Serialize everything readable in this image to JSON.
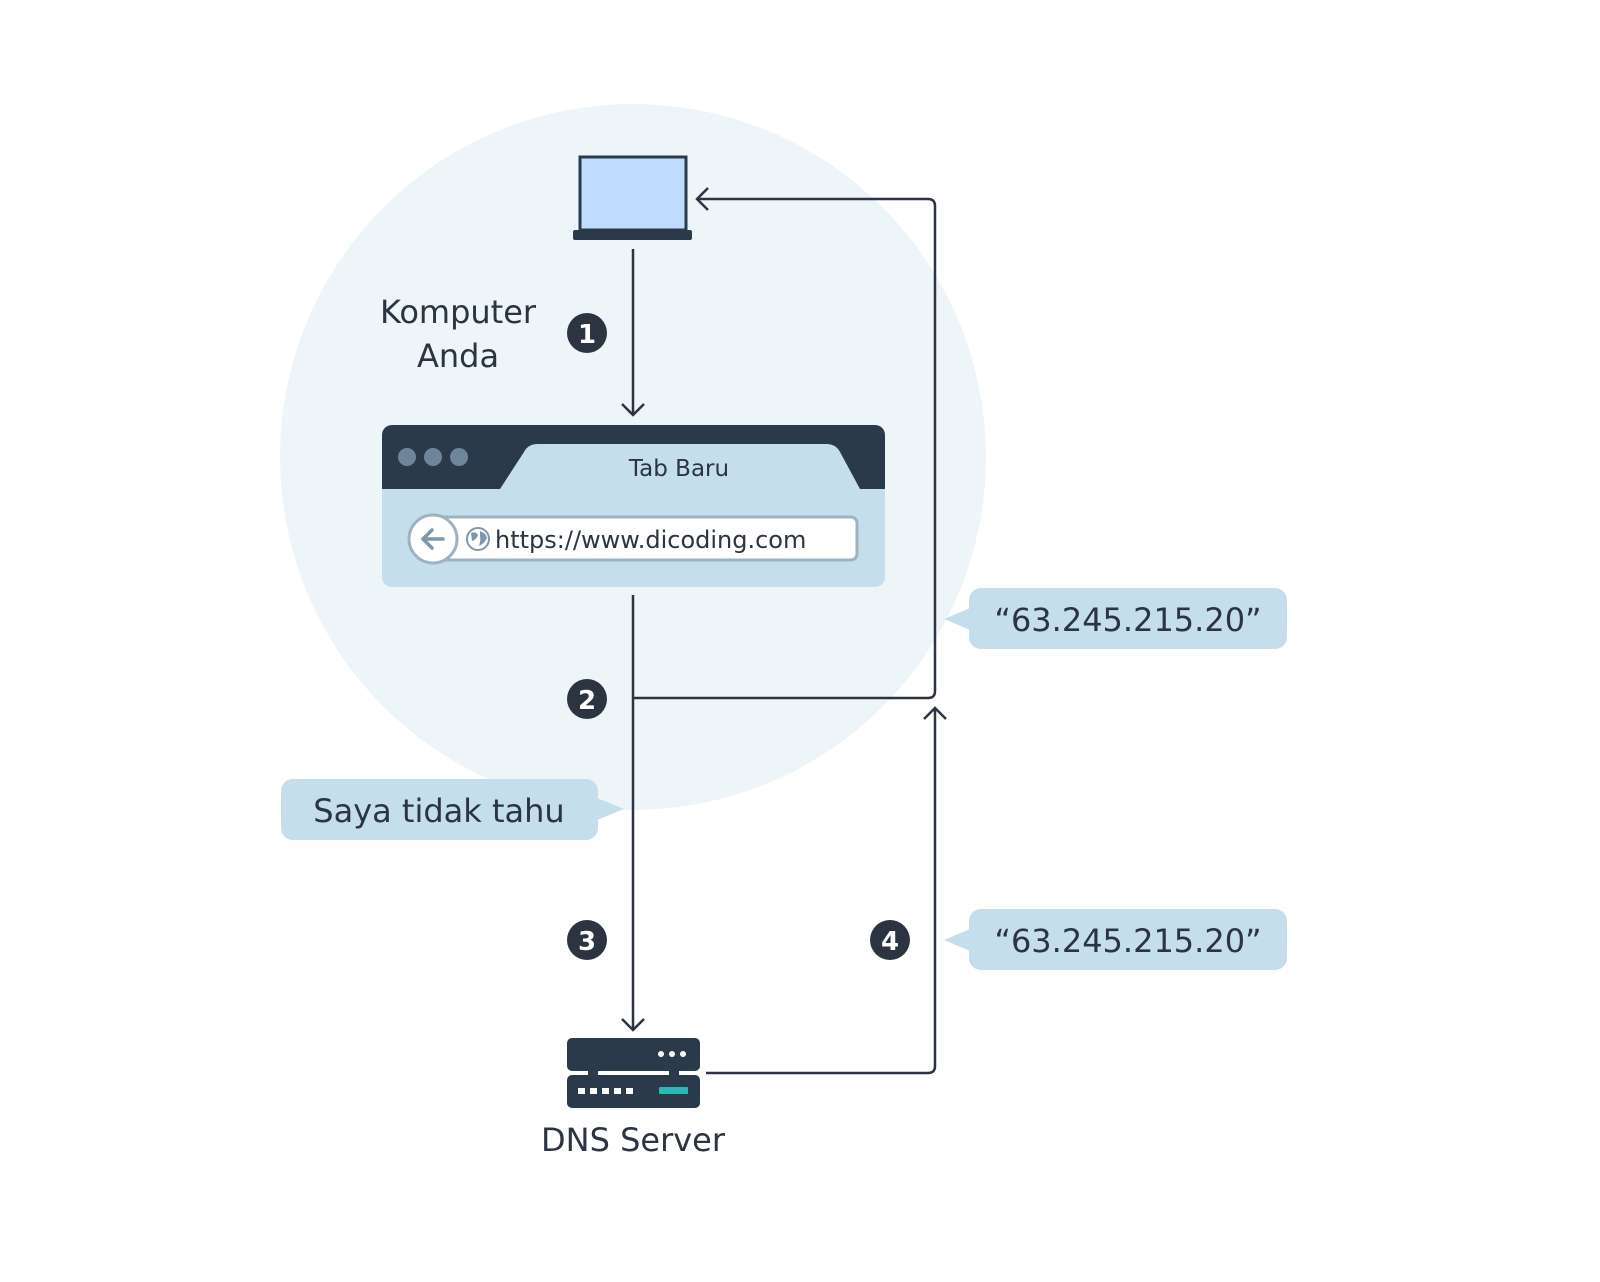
{
  "computer": {
    "label_line1": "Komputer",
    "label_line2": "Anda"
  },
  "browser": {
    "tab_label": "Tab Baru",
    "url": "https://www.dicoding.com",
    "back_icon": "arrow-left-icon",
    "globe_icon": "globe-icon"
  },
  "steps": {
    "one": "1",
    "two": "2",
    "three": "3",
    "four": "4"
  },
  "bubbles": {
    "unknown": "Saya tidak tahu",
    "ip_to_computer": "“63.245.215.20”",
    "ip_from_dns": "“63.245.215.20”"
  },
  "server": {
    "label": "DNS Server"
  },
  "colors": {
    "circle_bg": "#eef5f9",
    "dark": "#2b3a4a",
    "bubble": "#c4dfeb",
    "browser_body": "#c4dfeb",
    "laptop_screen": "#bfdcff",
    "accent_teal": "#2ab7b5",
    "line": "#2b3440"
  }
}
